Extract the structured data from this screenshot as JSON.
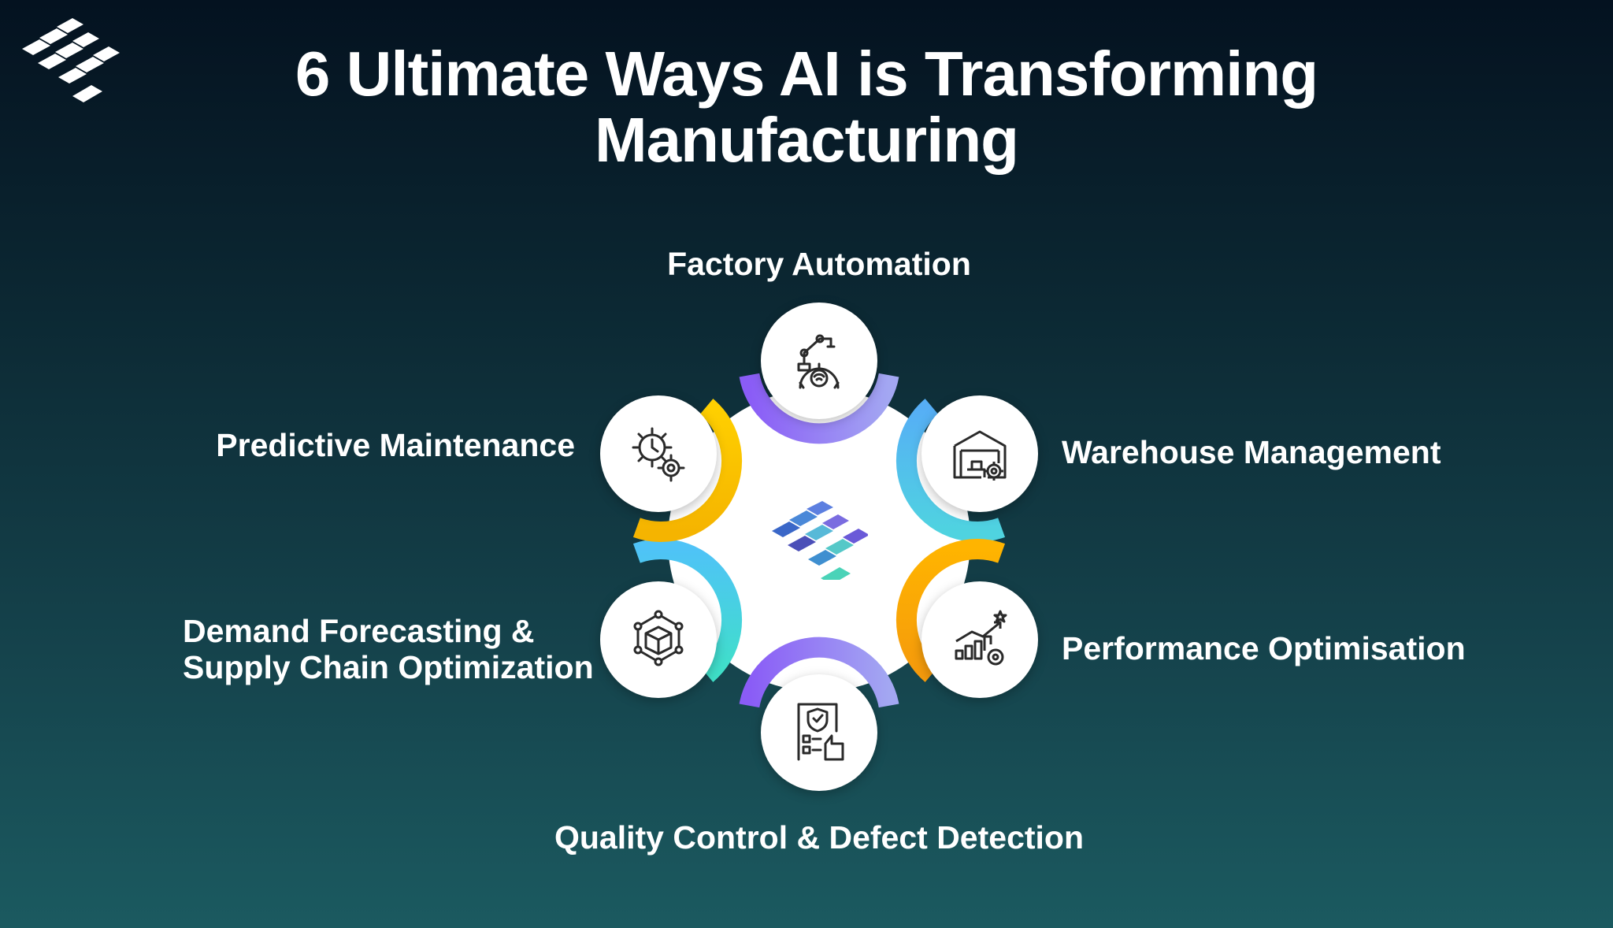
{
  "title": "6 Ultimate Ways AI is Transforming\nManufacturing",
  "nodes": [
    {
      "label": "Factory Automation",
      "icon": "robot-arm-gear-icon",
      "ring_colors": [
        "#8a5cf6",
        "#a3a7f2"
      ]
    },
    {
      "label": "Warehouse Management",
      "icon": "warehouse-gear-icon",
      "ring_colors": [
        "#56aef6",
        "#4fd3e0"
      ]
    },
    {
      "label": "Performance Optimisation",
      "icon": "bar-chart-growth-icon",
      "ring_colors": [
        "#ffb400",
        "#f59a0c"
      ]
    },
    {
      "label": "Quality Control & Defect Detection",
      "icon": "shield-checklist-thumbs-up-icon",
      "ring_colors": [
        "#8a5cf6",
        "#a3a7f2"
      ]
    },
    {
      "label": "Demand Forecasting &\nSupply Chain Optimization",
      "icon": "network-box-icon",
      "ring_colors": [
        "#4fc3f7",
        "#3fe0c8"
      ]
    },
    {
      "label": "Predictive Maintenance",
      "icon": "gears-clock-icon",
      "ring_colors": [
        "#ffd000",
        "#f5b400"
      ]
    }
  ],
  "colors": {
    "background_top": "#041220",
    "background_bottom": "#1b5a60",
    "hub": "#ffffff",
    "text": "#ffffff",
    "icon_stroke": "#2a2a2a"
  }
}
